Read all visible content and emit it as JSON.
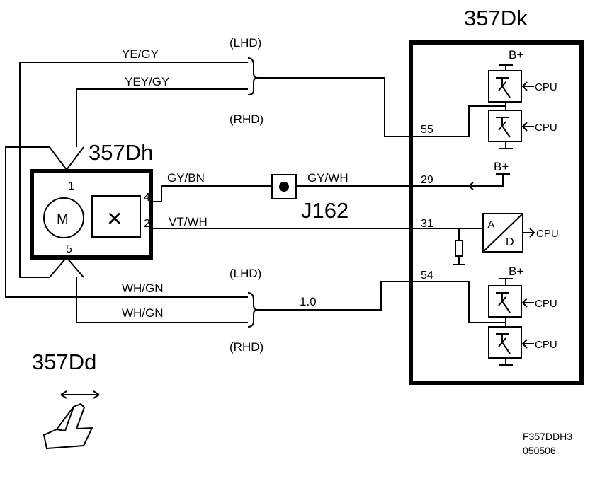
{
  "labels": {
    "control_module": "357Dk",
    "motor_unit": "357Dh",
    "seat_component": "357Dd",
    "connector": "J162",
    "motor": "M",
    "sensor": "✕",
    "figure_code": "F357DDH3",
    "figure_date": "050506"
  },
  "wires": {
    "top_lhd_wire": "YE/GY",
    "top_rhd_wire": "YEY/GY",
    "lhd_top": "(LHD)",
    "rhd_top": "(RHD)",
    "sensor_supply": "GY/BN",
    "sensor_supply_cont": "GY/WH",
    "sensor_signal": "VT/WH",
    "bottom_lhd_wire": "WH/GN",
    "bottom_rhd_wire": "WH/GN",
    "lhd_bottom": "(LHD)",
    "rhd_bottom": "(RHD)",
    "wire_size": "1.0"
  },
  "pins": {
    "motor_pin_1": "1",
    "motor_pin_5": "5",
    "sensor_pin_4": "4",
    "sensor_pin_2": "2",
    "module_pin_55": "55",
    "module_pin_29": "29",
    "module_pin_31": "31",
    "module_pin_54": "54"
  },
  "module": {
    "supply_1": "B+",
    "supply_2": "B+",
    "supply_3": "B+",
    "cpu_1": "CPU",
    "cpu_2": "CPU",
    "cpu_3": "CPU",
    "cpu_4": "CPU",
    "cpu_5": "CPU",
    "adc_a": "A",
    "adc_d": "D"
  }
}
